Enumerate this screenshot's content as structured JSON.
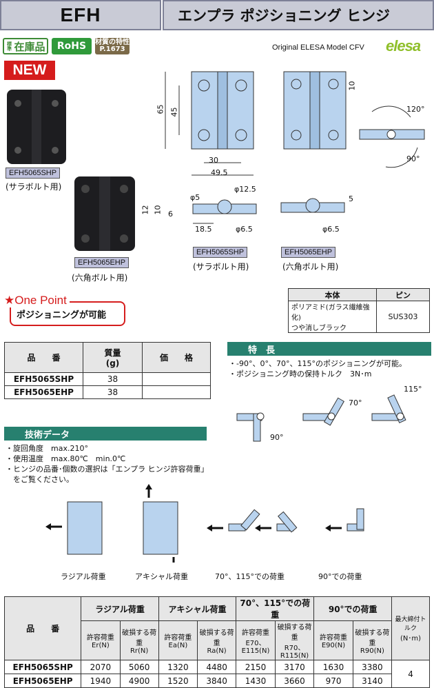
{
  "header": {
    "code": "EFH",
    "title": "エンプラ ポジショニング ヒンジ"
  },
  "badges": {
    "stock": "在庫品",
    "stock_prefix": "標準",
    "rohs": "RoHS",
    "spec_line1": "材質の特性",
    "spec_line2": "P.1673"
  },
  "original_model": "Original ELESA Model CFV",
  "logo": "elesa",
  "new_label": "NEW",
  "products": [
    {
      "code": "EFH5065SHP",
      "caption": "(サラボルト用)"
    },
    {
      "code": "EFH5065EHP",
      "caption": "(六角ボルト用)"
    }
  ],
  "dimensions": {
    "h65": "65",
    "h45": "45",
    "w30": "30",
    "w49_5": "49.5",
    "d10": "10",
    "d5": "5",
    "phi5": "φ5",
    "phi12_5": "φ12.5",
    "phi6_5a": "φ6.5",
    "phi6_5b": "φ6.5",
    "t12": "12",
    "t10": "10",
    "t6": "6",
    "w18_5": "18.5",
    "ang120": "120°",
    "ang90": "90°"
  },
  "material_table": {
    "headers": [
      "本体",
      "ピン"
    ],
    "body_line1": "ポリアミド(ガラス繊維強化)",
    "body_line2": "つや消しブラック",
    "pin": "SUS303"
  },
  "one_point": {
    "title": "★One Point",
    "text": "ポジショニングが可能"
  },
  "weight_table": {
    "headers": [
      "品　　番",
      "質量",
      "(g)",
      "価　　格"
    ],
    "rows": [
      {
        "code": "EFH5065SHP",
        "mass": "38",
        "price": ""
      },
      {
        "code": "EFH5065EHP",
        "mass": "38",
        "price": ""
      }
    ]
  },
  "features": {
    "title": "特　長",
    "items": [
      "・-90°、0°、70°、115°のポジショニングが可能。",
      "・ポジショニング時の保持トルク　3N･m"
    ],
    "angles": {
      "a90": "90°",
      "a70": "70°",
      "a115": "115°"
    }
  },
  "tech": {
    "title": "技術データ",
    "items": [
      "・旋回角度　max.210°",
      "・使用温度　max.80℃　min.0℃",
      "・ヒンジの品番･個数の選択は「エンプラ ヒンジ許容荷重」",
      "　をご覧ください。"
    ]
  },
  "load_diagrams": [
    "ラジアル荷重",
    "アキシャル荷重",
    "70°、115°での荷重",
    "90°での荷重"
  ],
  "load_table": {
    "code_header": "品　　番",
    "groups": [
      "ラジアル荷重",
      "アキシャル荷重",
      "70°、115°での荷重",
      "90°での荷重"
    ],
    "torque_header": "最大締付トルク",
    "torque_unit": "(N･m)",
    "sub": [
      [
        "許容荷重",
        "Er(N)"
      ],
      [
        "破損する荷重",
        "Rr(N)"
      ],
      [
        "許容荷重",
        "Ea(N)"
      ],
      [
        "破損する荷重",
        "Ra(N)"
      ],
      [
        "許容荷重",
        "E70、E115(N)"
      ],
      [
        "破損する荷重",
        "R70、R115(N)"
      ],
      [
        "許容荷重",
        "E90(N)"
      ],
      [
        "破損する荷重",
        "R90(N)"
      ]
    ],
    "rows": [
      {
        "code": "EFH5065SHP",
        "v": [
          "2070",
          "5060",
          "1320",
          "4480",
          "2150",
          "3170",
          "1630",
          "3380"
        ]
      },
      {
        "code": "EFH5065EHP",
        "v": [
          "1940",
          "4900",
          "1520",
          "3840",
          "1430",
          "3660",
          "970",
          "3140"
        ]
      }
    ],
    "torque": "4"
  },
  "colors": {
    "hinge_blue": "#b9d3ee",
    "accent_red": "#d51c1c",
    "section_green": "#27806f",
    "header_gray": "#c9cbd6"
  }
}
